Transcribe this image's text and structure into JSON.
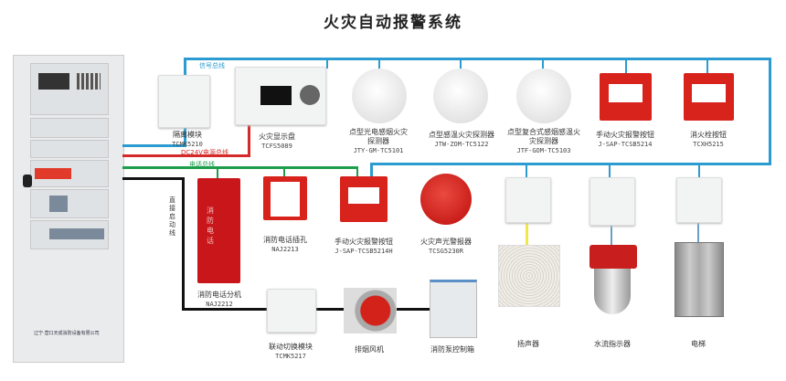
{
  "title": "火灾自动报警系统",
  "buses": {
    "signal": "信号总线",
    "power": "DC24V电源总线",
    "phone": "电话总线",
    "direct": "直接启动线"
  },
  "colors": {
    "signal": "#2b9bd1",
    "power": "#d42a2a",
    "phone": "#1e9e4a",
    "direct": "#111111"
  },
  "cabinet": {
    "brand": "辽宁·营口天成消防设备有限公司"
  },
  "devices": [
    {
      "name": "隔离模块",
      "model": "TCMK5210"
    },
    {
      "name": "火灾显示盘",
      "model": "TCFS5089"
    },
    {
      "name": "点型光电感烟火灾探测器",
      "model": "JTY-GM-TC5101"
    },
    {
      "name": "点型感温火灾探测器",
      "model": "JTW-ZOM-TC5122"
    },
    {
      "name": "点型复合式感烟感温火灾探测器",
      "model": "JTF-GOM-TC5103"
    },
    {
      "name": "手动火灾报警按钮",
      "model": "J-SAP-TCSB5214"
    },
    {
      "name": "消火栓按钮",
      "model": "TCXH5215"
    },
    {
      "name": "消防电话分机",
      "model": "NAJ2212"
    },
    {
      "name": "消防电话插孔",
      "model": "NAJ2213"
    },
    {
      "name": "手动火灾报警按钮",
      "model": "J-SAP-TCSB5214H"
    },
    {
      "name": "火灾声光警报器",
      "model": "TCSG5230R"
    },
    {
      "name": "联动切换模块",
      "model": "TCMK5217"
    },
    {
      "name": "排烟风机",
      "model": ""
    },
    {
      "name": "消防泵控制箱",
      "model": ""
    },
    {
      "name": "扬声器",
      "model": ""
    },
    {
      "name": "水流指示器",
      "model": ""
    },
    {
      "name": "电梯",
      "model": ""
    }
  ],
  "phone_text": "消防电话"
}
